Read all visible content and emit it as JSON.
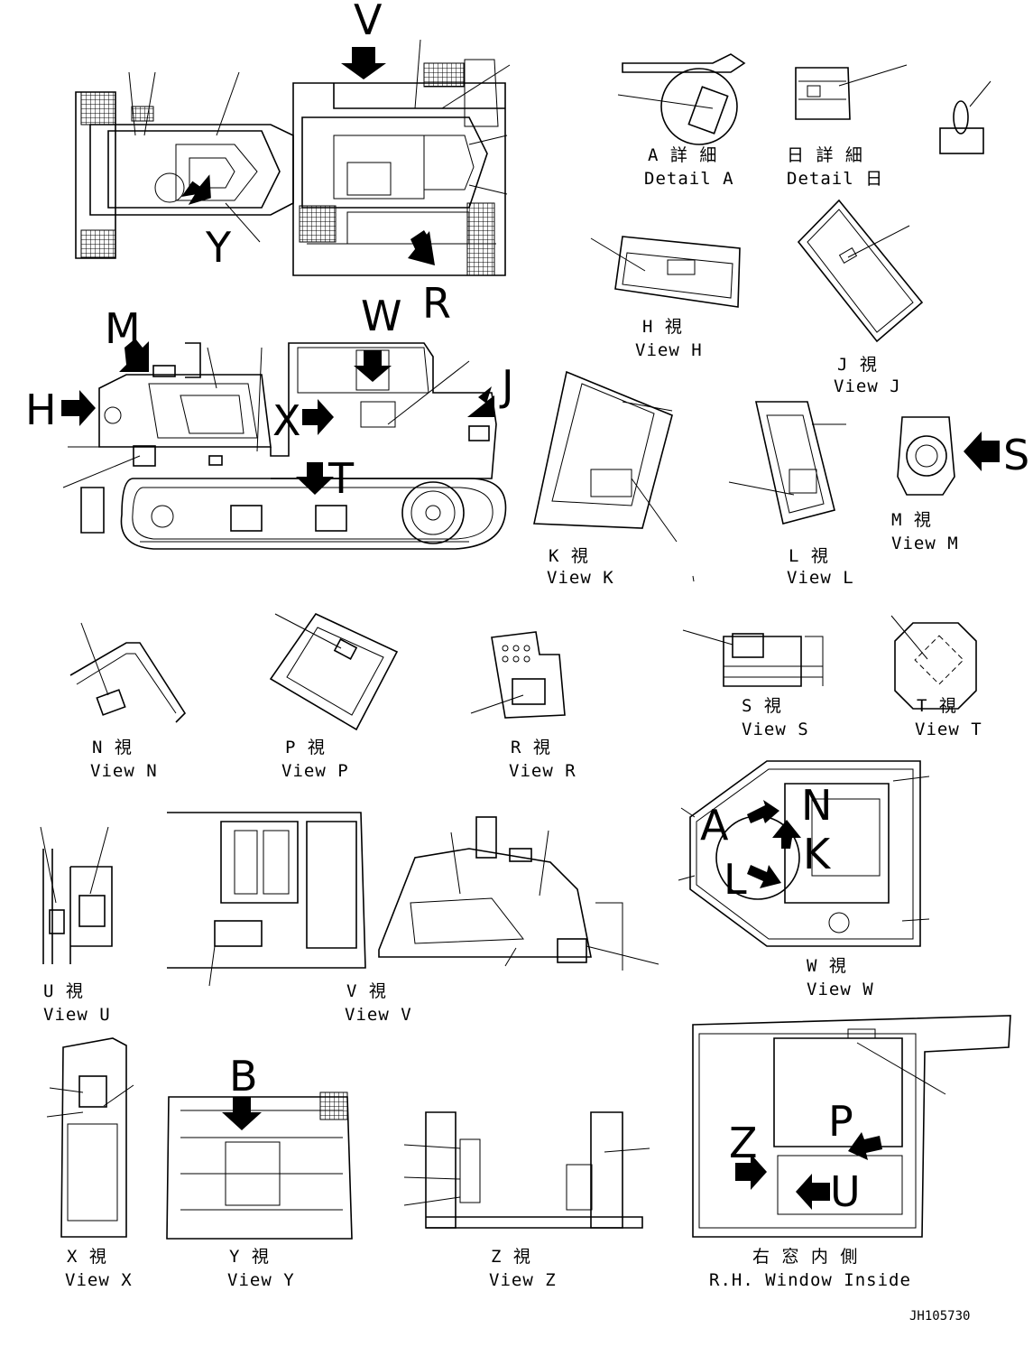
{
  "drawing_number": "JH105730",
  "views": [
    {
      "jp": "A 詳 細",
      "en": "Detail A"
    },
    {
      "jp": "日 詳 細",
      "en": "Detail 日"
    },
    {
      "jp": "H 視",
      "en": "View H"
    },
    {
      "jp": "J 視",
      "en": "View J"
    },
    {
      "jp": "K 視",
      "en": "View K"
    },
    {
      "jp": "L 視",
      "en": "View L"
    },
    {
      "jp": "M 視",
      "en": "View M"
    },
    {
      "jp": "N 視",
      "en": "View N"
    },
    {
      "jp": "P 視",
      "en": "View P"
    },
    {
      "jp": "R 視",
      "en": "View R"
    },
    {
      "jp": "S 視",
      "en": "View S"
    },
    {
      "jp": "T 視",
      "en": "View T"
    },
    {
      "jp": "U 視",
      "en": "View U"
    },
    {
      "jp": "V 視",
      "en": "View V"
    },
    {
      "jp": "W 視",
      "en": "View W"
    },
    {
      "jp": "X 視",
      "en": "View X"
    },
    {
      "jp": "Y 視",
      "en": "View Y"
    },
    {
      "jp": "Z 視",
      "en": "View Z"
    },
    {
      "jp": "右 窓 内 側",
      "en": "R.H. Window Inside"
    }
  ],
  "view_letters": {
    "V": "V",
    "Y": "Y",
    "R": "R",
    "M": "M",
    "W": "W",
    "J": "J",
    "H": "H",
    "X": "X",
    "T": "T",
    "S": "S",
    "A": "A",
    "N": "N",
    "K": "K",
    "L": "L",
    "B": "B",
    "Z": "Z",
    "U": "U",
    "P": "P"
  }
}
